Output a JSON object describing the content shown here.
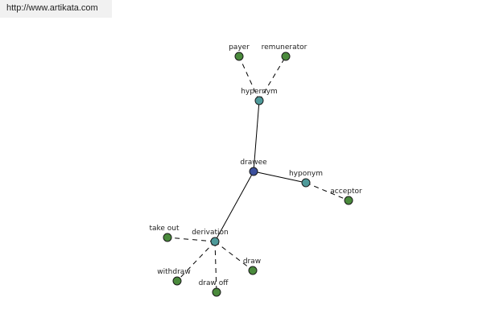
{
  "banner": {
    "url": "http://www.artikata.com"
  },
  "colors": {
    "center": "#3b4f9c",
    "relation": "#4e9a9a",
    "term": "#4a8a3c"
  },
  "graph": {
    "nodes": [
      {
        "id": "drawee",
        "label": "drawee",
        "kind": "center"
      },
      {
        "id": "hypernym",
        "label": "hypernym",
        "kind": "relation"
      },
      {
        "id": "hyponym",
        "label": "hyponym",
        "kind": "relation"
      },
      {
        "id": "derivation",
        "label": "derivation",
        "kind": "relation"
      },
      {
        "id": "payer",
        "label": "payer",
        "kind": "term"
      },
      {
        "id": "remunerator",
        "label": "remunerator",
        "kind": "term"
      },
      {
        "id": "acceptor",
        "label": "acceptor",
        "kind": "term"
      },
      {
        "id": "take-out",
        "label": "take out",
        "kind": "term"
      },
      {
        "id": "withdraw",
        "label": "withdraw",
        "kind": "term"
      },
      {
        "id": "draw-off",
        "label": "draw off",
        "kind": "term"
      },
      {
        "id": "draw",
        "label": "draw",
        "kind": "term"
      }
    ],
    "edges": [
      {
        "from": "drawee",
        "to": "hypernym",
        "style": "solid"
      },
      {
        "from": "drawee",
        "to": "hyponym",
        "style": "solid"
      },
      {
        "from": "drawee",
        "to": "derivation",
        "style": "solid"
      },
      {
        "from": "hypernym",
        "to": "payer",
        "style": "dashed"
      },
      {
        "from": "hypernym",
        "to": "remunerator",
        "style": "dashed"
      },
      {
        "from": "hyponym",
        "to": "acceptor",
        "style": "dashed"
      },
      {
        "from": "derivation",
        "to": "take-out",
        "style": "dashed"
      },
      {
        "from": "derivation",
        "to": "withdraw",
        "style": "dashed"
      },
      {
        "from": "derivation",
        "to": "draw-off",
        "style": "dashed"
      },
      {
        "from": "derivation",
        "to": "draw",
        "style": "dashed"
      }
    ]
  }
}
